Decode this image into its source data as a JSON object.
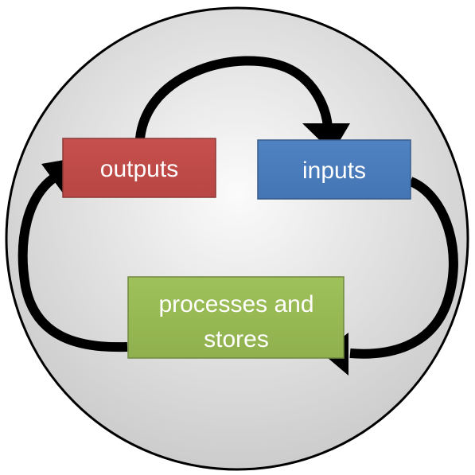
{
  "diagram": {
    "nodes": {
      "outputs": {
        "label": "outputs",
        "color": "#c0504d"
      },
      "inputs": {
        "label": "inputs",
        "color": "#4f81bd"
      },
      "processes": {
        "label_line1": "processes and",
        "label_line2": "stores",
        "color": "#9bbb59"
      }
    },
    "edges": [
      {
        "from": "outputs",
        "to": "inputs"
      },
      {
        "from": "inputs",
        "to": "processes"
      },
      {
        "from": "processes",
        "to": "outputs"
      }
    ],
    "background": {
      "shape": "circle",
      "color": "#d9d9d9"
    }
  }
}
